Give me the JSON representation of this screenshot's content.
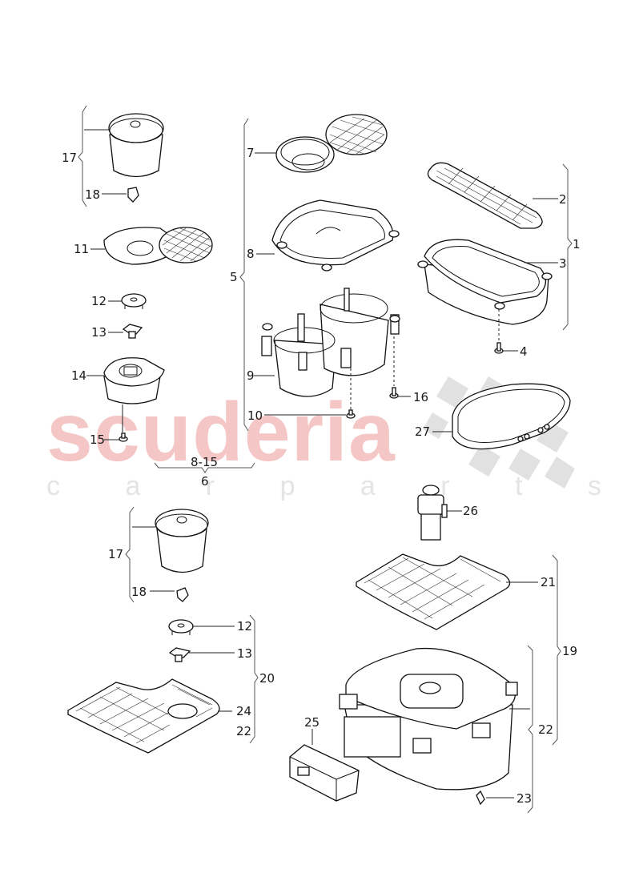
{
  "diagram": {
    "type": "exploded-parts-diagram",
    "subject": "Cup holder / storage compartment assembly",
    "watermark": {
      "main_text": "scuderia",
      "sub_text": "c a r p a r t s",
      "main_color": "#f4c6c6",
      "sub_color": "#e6e6e6",
      "checker_color": "#d9d9d9"
    },
    "callouts": {
      "c1": "1",
      "c2": "2",
      "c3": "3",
      "c4": "4",
      "c5": "5",
      "c6": "6",
      "c7": "7",
      "c8": "8",
      "c9": "9",
      "c10": "10",
      "c11": "11",
      "c12a": "12",
      "c13a": "13",
      "c14": "14",
      "c15": "15",
      "c16": "16",
      "c17a": "17",
      "c18a": "18",
      "c17b": "17",
      "c18b": "18",
      "c12b": "12",
      "c13b": "13",
      "c19": "19",
      "c20": "20",
      "c21": "21",
      "c22a": "22",
      "c22b": "22",
      "c23": "23",
      "c24": "24",
      "c25": "25",
      "c26": "26",
      "c27": "27",
      "range_8_15": "8-15"
    },
    "groups": [
      {
        "id": "1",
        "members": [
          "2",
          "3"
        ]
      },
      {
        "id": "5",
        "members": [
          "7",
          "8",
          "9",
          "10"
        ]
      },
      {
        "id": "6",
        "members": [
          "8-15"
        ]
      },
      {
        "id": "17",
        "members": [
          "18"
        ]
      },
      {
        "id": "19",
        "members": [
          "21",
          "22"
        ]
      },
      {
        "id": "20",
        "members": [
          "12",
          "13",
          "24",
          "22"
        ]
      },
      {
        "id": "22",
        "members": [
          "23"
        ]
      }
    ]
  }
}
